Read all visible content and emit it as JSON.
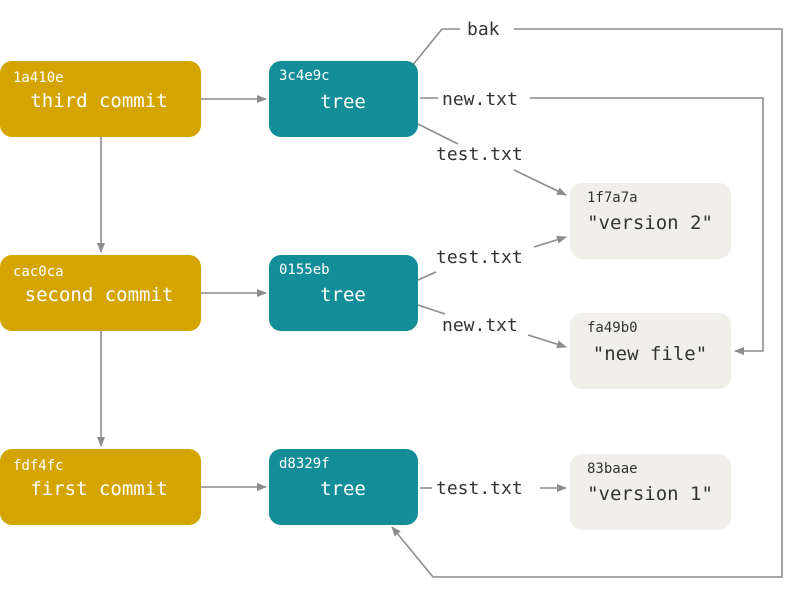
{
  "colors": {
    "commit": "#d4a501",
    "tree": "#138e99",
    "blob": "#f0efe9",
    "edge": "#8c8c8c",
    "text_light": "#ffffff",
    "text_dark": "#333333"
  },
  "commits": [
    {
      "id": "1a410e",
      "label": "third commit"
    },
    {
      "id": "cac0ca",
      "label": "second commit"
    },
    {
      "id": "fdf4fc",
      "label": "first commit"
    }
  ],
  "trees": [
    {
      "id": "3c4e9c",
      "label": "tree"
    },
    {
      "id": "0155eb",
      "label": "tree"
    },
    {
      "id": "d8329f",
      "label": "tree"
    }
  ],
  "blobs": [
    {
      "id": "1f7a7a",
      "label": "\"version 2\""
    },
    {
      "id": "fa49b0",
      "label": "\"new file\""
    },
    {
      "id": "83baae",
      "label": "\"version 1\""
    }
  ],
  "edge_labels": {
    "bak": "bak",
    "tree3_new": "new.txt",
    "tree3_test": "test.txt",
    "tree2_test": "test.txt",
    "tree2_new": "new.txt",
    "tree1_test": "test.txt"
  }
}
